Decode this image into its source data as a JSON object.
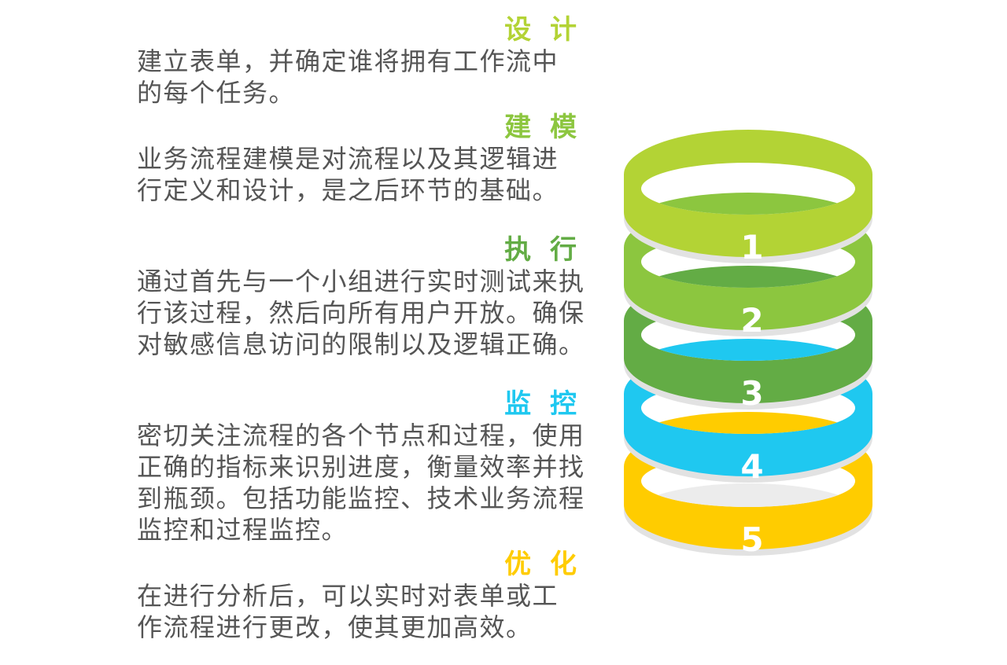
{
  "steps": [
    {
      "number": "1",
      "title": "设 计",
      "color": "#b3d335",
      "lines": [
        "建立表单，并确定谁将拥有工作流中",
        "的每个任务。"
      ]
    },
    {
      "number": "2",
      "title": "建 模",
      "color": "#8cc63f",
      "lines": [
        "业务流程建模是对流程以及其逻辑进",
        "行定义和设计，是之后环节的基础。"
      ]
    },
    {
      "number": "3",
      "title": "执 行",
      "color": "#63ac45",
      "lines": [
        "通过首先与一个小组进行实时测试来执",
        "行该过程，然后向所有用户开放。确保",
        "对敏感信息访问的限制以及逻辑正确。"
      ]
    },
    {
      "number": "4",
      "title": "监 控",
      "color": "#1fc8f0",
      "lines": [
        "密切关注流程的各个节点和过程，使用",
        "正确的指标来识别进度，衡量效率并找",
        "到瓶颈。包括功能监控、技术业务流程",
        "监控和过程监控。"
      ]
    },
    {
      "number": "5",
      "title": "优 化",
      "color": "#ffcc00",
      "lines": [
        "在进行分析后，可以实时对表单或工",
        "作流程进行更改，使其更加高效。"
      ]
    }
  ]
}
